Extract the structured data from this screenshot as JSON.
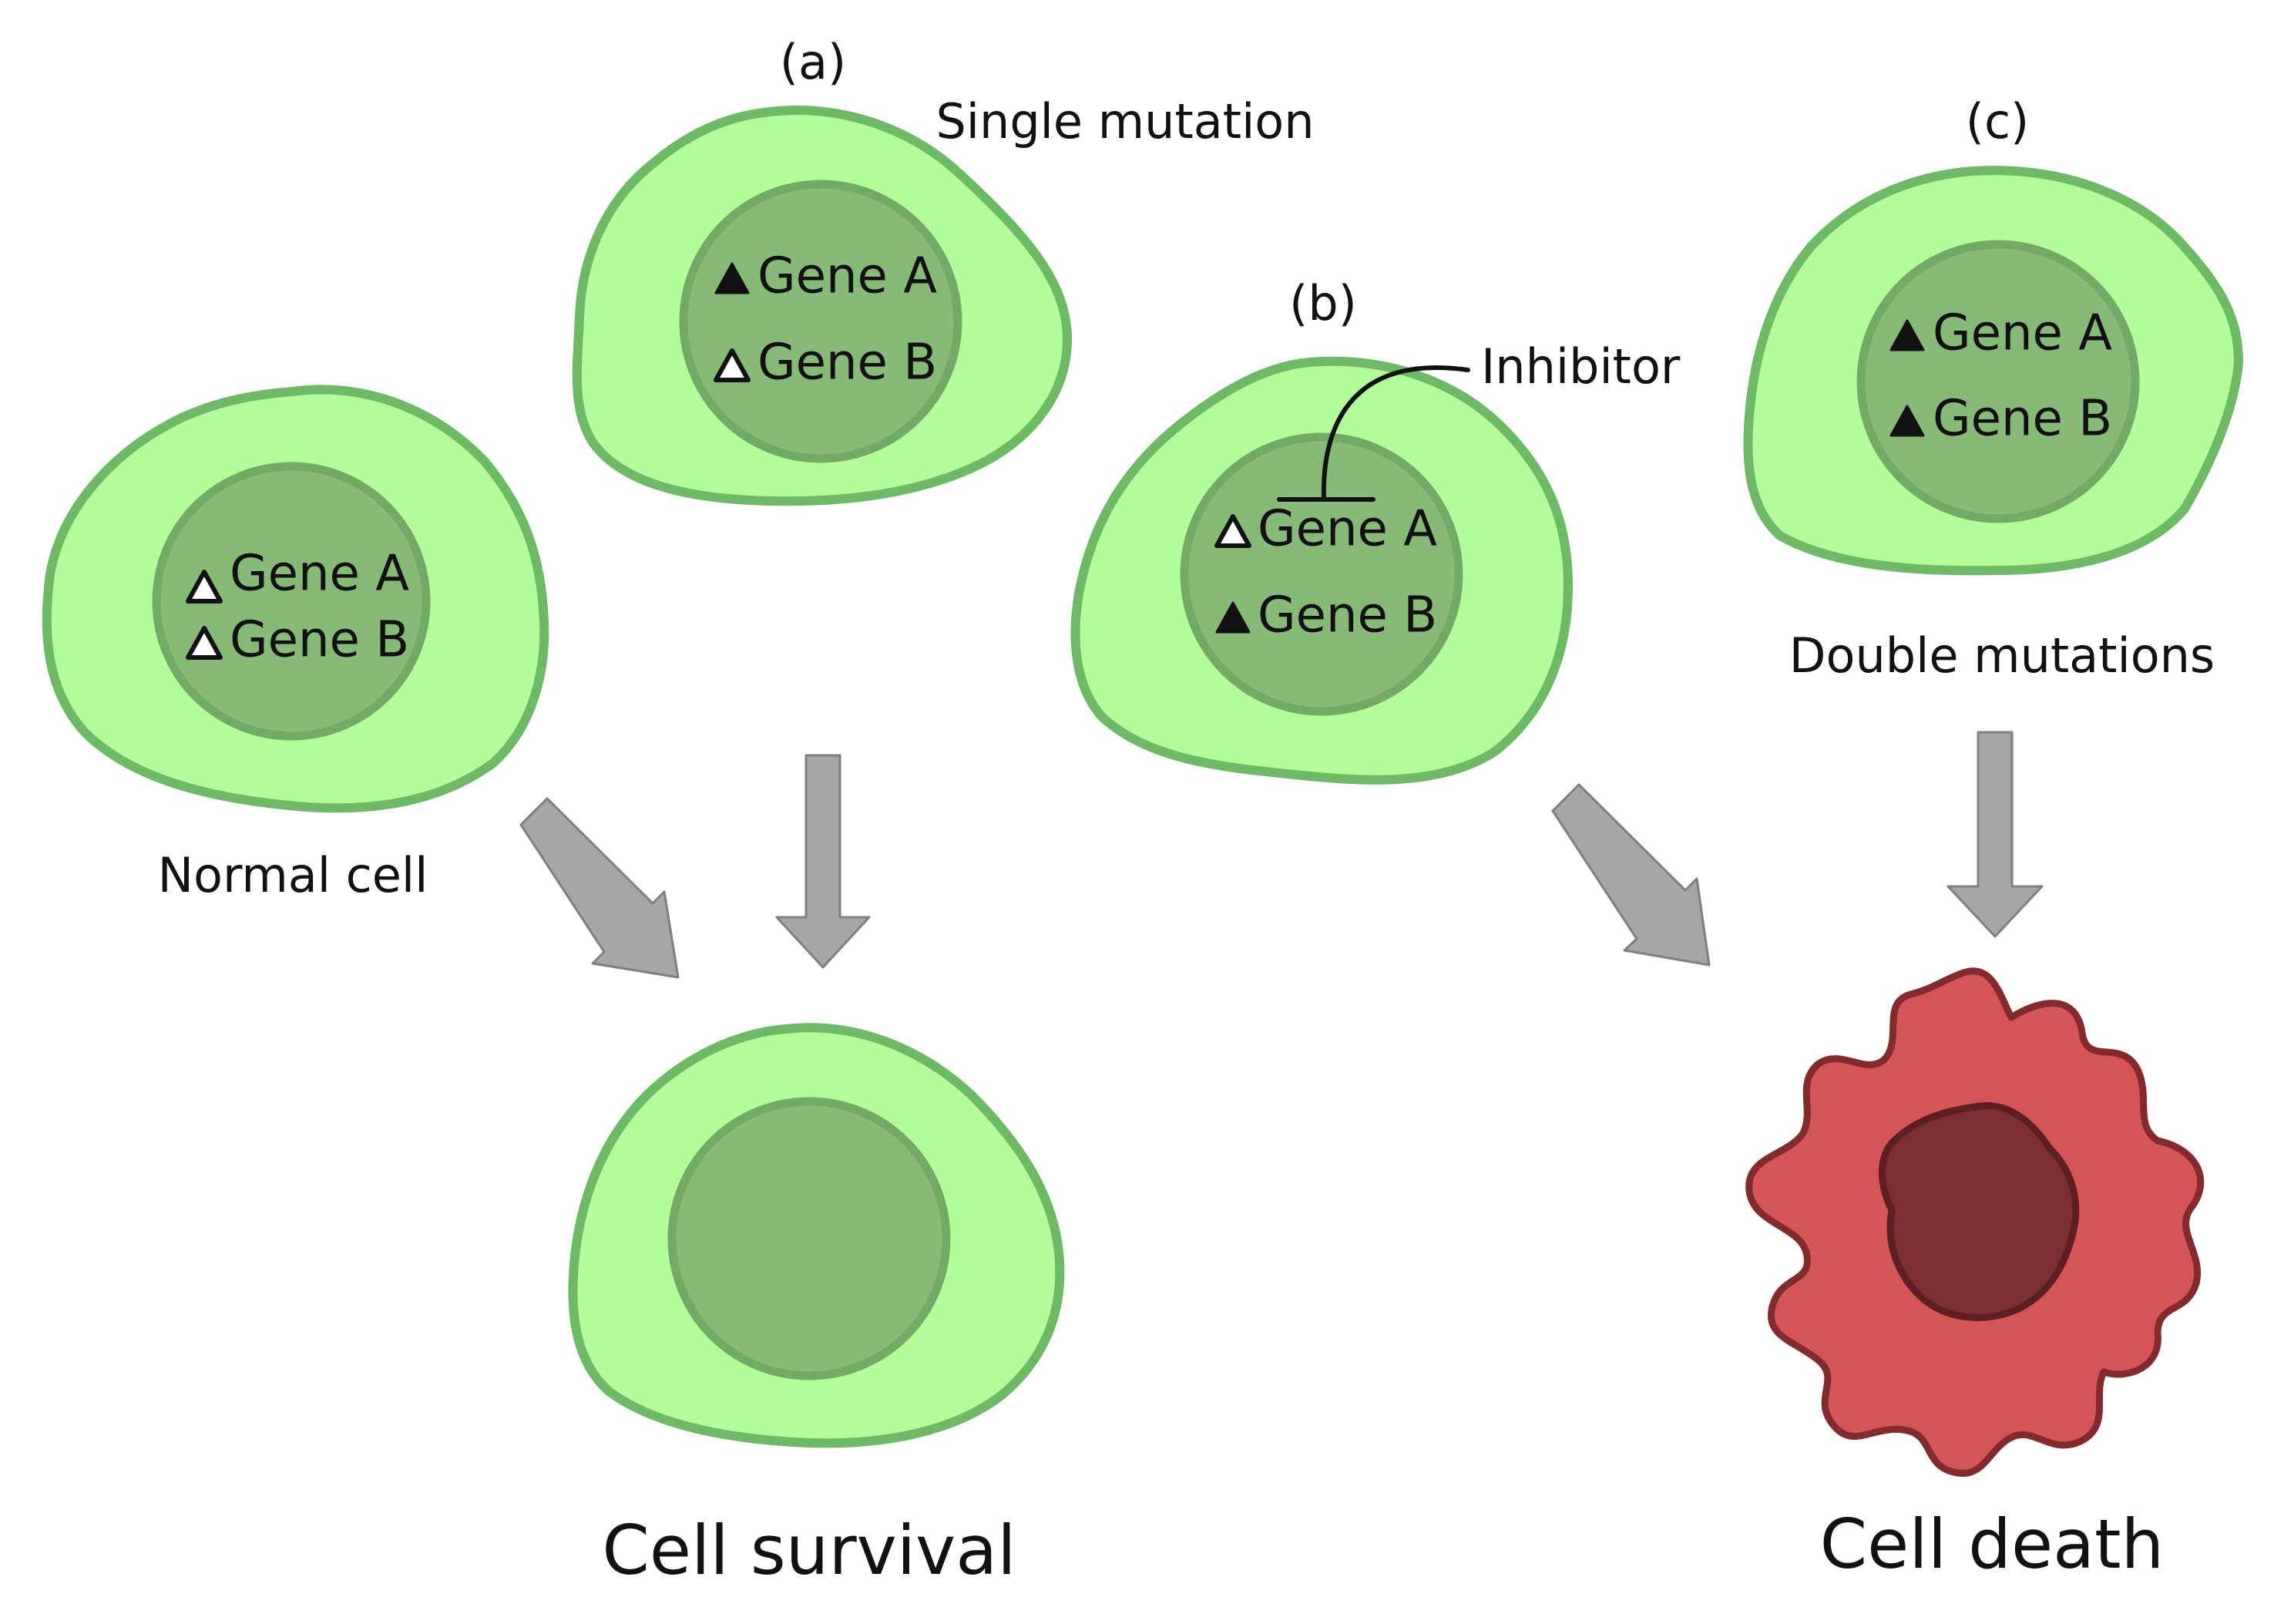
{
  "colors": {
    "cytoplasm": "#b3fd9b",
    "cell_outline": "#6db965",
    "nucleus": "#86ba77",
    "nucleus_outline": "#73a966",
    "dead_cell": "#d45556",
    "dead_outline": "#822a2c",
    "dead_nucleus": "#7b2f30",
    "arrow": "#a6a6a6",
    "arrow_outline": "#7f7f7f",
    "text": "#111111"
  },
  "icons": {
    "mutated_gene": "filled-triangle-icon",
    "normal_gene": "hollow-triangle-icon",
    "inhibition": "t-bar-inhibition-icon"
  },
  "labels": {
    "panel_a": "(a)",
    "panel_b": "(b)",
    "panel_c": "(c)",
    "single_mutation": "Single mutation",
    "inhibitor": "Inhibitor",
    "double_mutations": "Double mutations",
    "normal_cell": "Normal cell",
    "cell_survival": "Cell survival",
    "cell_death": "Cell death"
  },
  "cells": {
    "normal": {
      "gene_a": "Gene A",
      "gene_b": "Gene B",
      "gene_a_mutated": false,
      "gene_b_mutated": false
    },
    "single_a": {
      "gene_a": "Gene A",
      "gene_b": "Gene B",
      "gene_a_mutated": true,
      "gene_b_mutated": false
    },
    "inhibited_b": {
      "gene_a": "Gene A",
      "gene_b": "Gene B",
      "gene_a_mutated": false,
      "gene_b_mutated": true
    },
    "double_c": {
      "gene_a": "Gene A",
      "gene_b": "Gene B",
      "gene_a_mutated": true,
      "gene_b_mutated": true
    }
  }
}
